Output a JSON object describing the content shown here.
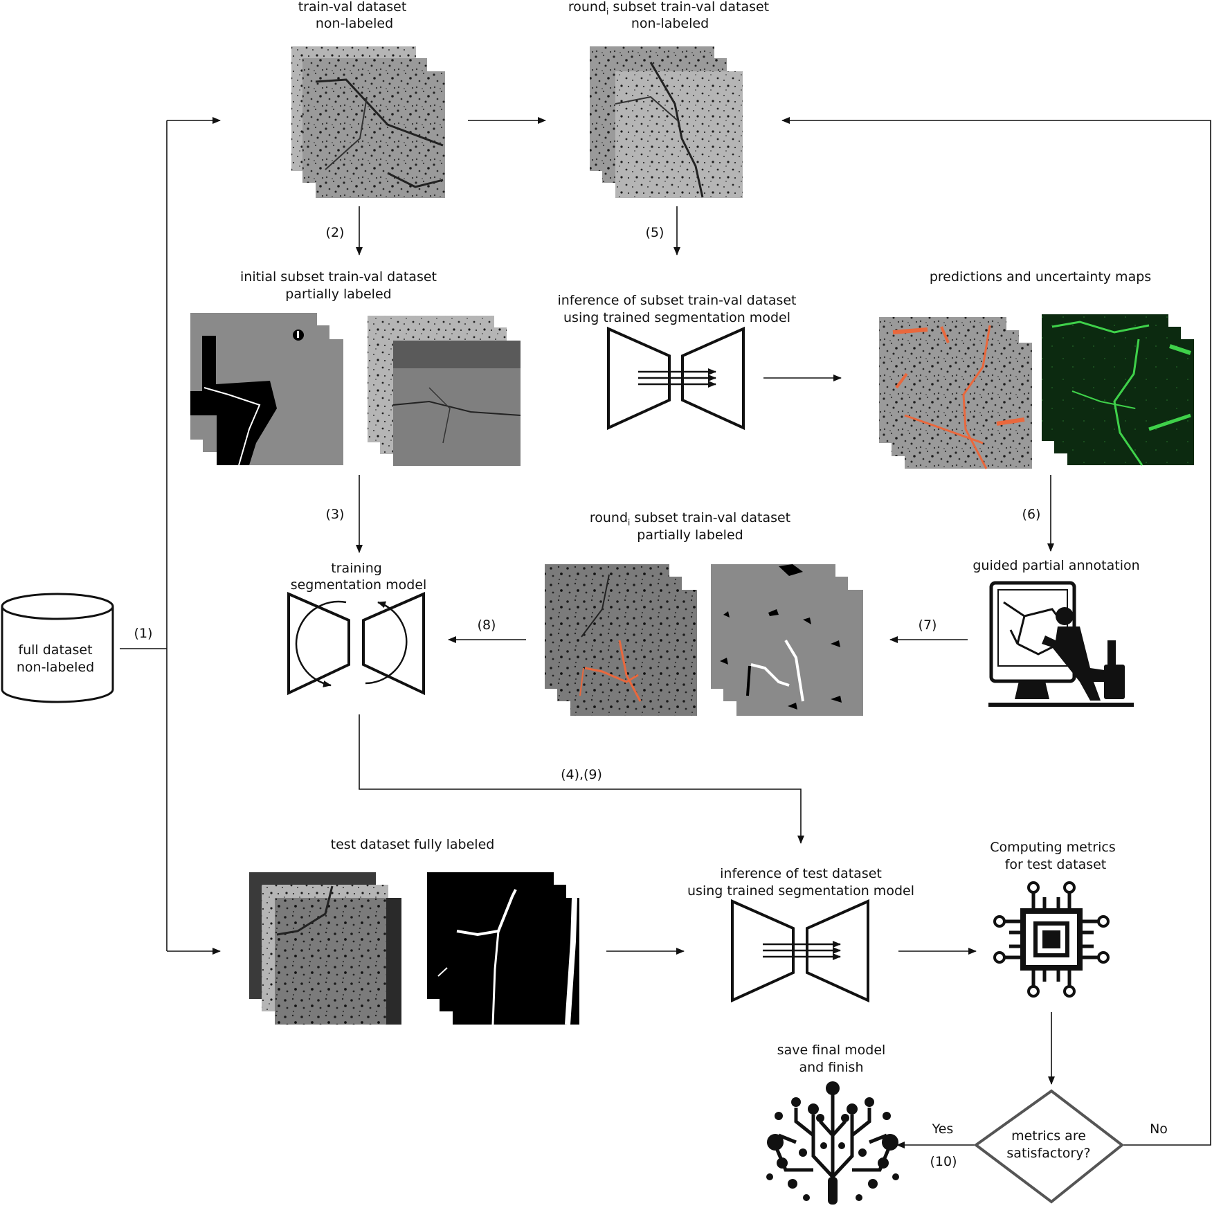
{
  "labels": {
    "full_dataset": [
      "full dataset",
      "non-labeled"
    ],
    "trainval_nonlabeled": [
      "train-val dataset",
      "non-labeled"
    ],
    "round_subset_nonlabeled": {
      "prefix": "round",
      "sub": "i",
      "rest": " subset train-val dataset",
      "line2": "non-labeled"
    },
    "initial_subset": [
      "initial subset train-val dataset",
      "partially labeled"
    ],
    "inference_subset": [
      "inference of subset train-val dataset",
      "using trained segmentation model"
    ],
    "predictions_uncertainty": "predictions and uncertainty maps",
    "training_model": [
      "training",
      "segmentation model"
    ],
    "round_subset_partial": {
      "prefix": "round",
      "sub": "i",
      "rest": " subset train-val dataset",
      "line2": "partially labeled"
    },
    "guided_annotation": "guided partial annotation",
    "test_dataset": "test dataset fully labeled",
    "inference_test": [
      "inference of test dataset",
      "using trained segmentation model"
    ],
    "computing_metrics": [
      "Computing metrics",
      "for test dataset"
    ],
    "save_final": [
      "save final model",
      "and finish"
    ],
    "decision": [
      "metrics are",
      "satisfactory?"
    ],
    "yes": "Yes",
    "no": "No"
  },
  "steps": {
    "s1": "(1)",
    "s2": "(2)",
    "s3": "(3)",
    "s4_9": "(4),(9)",
    "s5": "(5)",
    "s6": "(6)",
    "s7": "(7)",
    "s8": "(8)",
    "s10": "(10)"
  },
  "icons": [
    "database-cylinder-icon",
    "encoder-decoder-network-icon",
    "training-cycle-icon",
    "annotator-at-computer-icon",
    "circuit-chip-icon",
    "neural-tree-icon"
  ],
  "colors": {
    "line": "#111111",
    "crack_prediction": "#e9683d",
    "uncertainty": "#3fd14a",
    "uncertainty_bg": "#0c2a10",
    "mask_gray": "#8a8a8a",
    "decision_border": "#555555"
  }
}
